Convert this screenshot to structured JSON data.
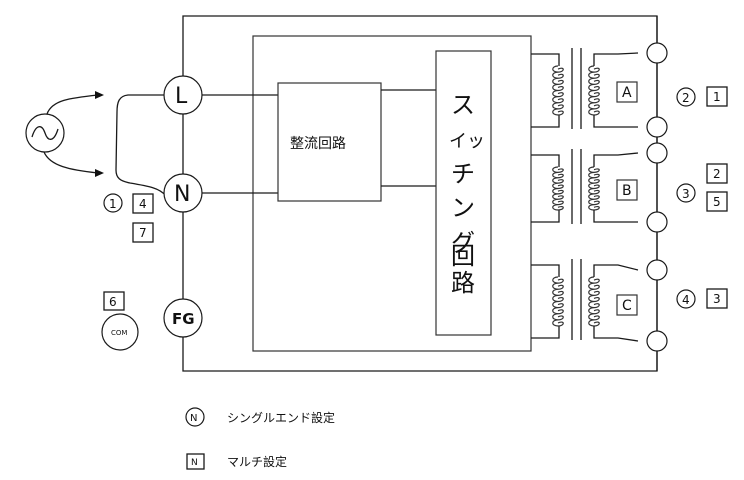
{
  "diagram": {
    "input_terminals": [
      {
        "id": "L",
        "label": "L"
      },
      {
        "id": "N",
        "label": "N"
      },
      {
        "id": "FG",
        "label": "FG"
      }
    ],
    "com_label": "COM",
    "rectifier_label": "整流回路",
    "switching_label_chars": [
      "ス",
      "イッ",
      "チ",
      "ン",
      "グ",
      "回",
      "路"
    ],
    "transformers": [
      {
        "label": "A"
      },
      {
        "label": "B"
      },
      {
        "label": "C"
      }
    ],
    "left_markers": {
      "single_end": [
        "1"
      ],
      "multi": [
        "4",
        "7"
      ],
      "com_multi": [
        "6"
      ]
    },
    "right_markers": [
      {
        "single_end": "2",
        "multi": [
          "1"
        ]
      },
      {
        "single_end": "3",
        "multi": [
          "2",
          "5"
        ]
      },
      {
        "single_end": "4",
        "multi": [
          "3"
        ]
      }
    ],
    "legend": [
      {
        "symbol_type": "circle",
        "symbol_label": "N",
        "text": "シングルエンド設定"
      },
      {
        "symbol_type": "square",
        "symbol_label": "N",
        "text": "マルチ設定"
      }
    ]
  }
}
